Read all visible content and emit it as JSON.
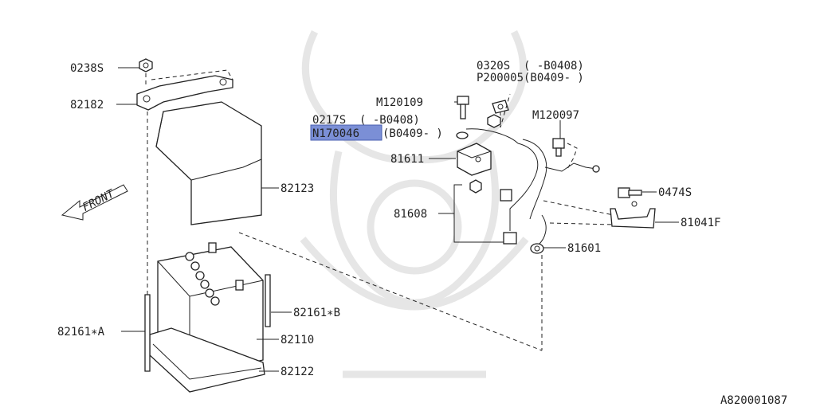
{
  "diagram": {
    "highlight_color": "#7b8fd6",
    "line_color": "#222222",
    "watermark_color": "#e6e6e6",
    "front_label": "FRONT",
    "figure_id": "A820001087",
    "labels": {
      "p0238s": "0238S",
      "p82182": "82182",
      "p82123": "82123",
      "p82161a": "82161∗A",
      "p82161b": "82161∗B",
      "p82110": "82110",
      "p82122": "82122",
      "p0320s": "0320S  ( -B0408)",
      "p200005": "P200005(B0409- )",
      "m120109": "M120109",
      "p0217s": "0217S  ( -B0408)",
      "n170046": "N170046",
      "n170046_suffix": "(B0409- )",
      "m120097": "M120097",
      "p81611": "81611",
      "p0474s": "0474S",
      "p81608": "81608",
      "p81041f": "81041F",
      "p81601": "81601"
    }
  }
}
